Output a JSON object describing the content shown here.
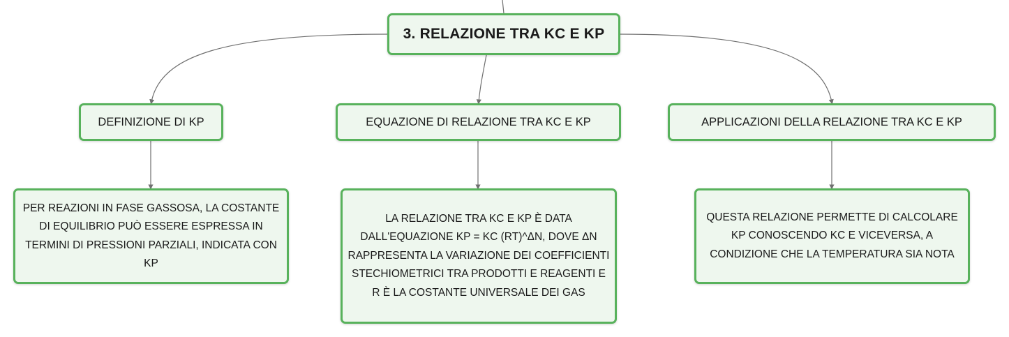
{
  "root": {
    "label": "3. RELAZIONE TRA KC E KP"
  },
  "branches": [
    {
      "label": "DEFINIZIONE DI KP",
      "detail": "PER REAZIONI IN FASE GASSOSA, LA COSTANTE DI EQUILIBRIO PUÒ ESSERE ESPRESSA IN TERMINI DI PRESSIONI PARZIALI, INDICATA CON KP"
    },
    {
      "label": "EQUAZIONE DI RELAZIONE TRA KC E KP",
      "detail": "LA RELAZIONE TRA KC E KP È DATA DALL'EQUAZIONE KP = KC (RT)^ΔN, DOVE ΔN RAPPRESENTA LA VARIAZIONE DEI COEFFICIENTI STECHIOMETRICI TRA PRODOTTI E REAGENTI E R È LA COSTANTE UNIVERSALE DEI GAS"
    },
    {
      "label": "APPLICAZIONI DELLA RELAZIONE TRA KC E KP",
      "detail": "QUESTA RELAZIONE PERMETTE DI CALCOLARE KP CONOSCENDO KC E VICEVERSA, A CONDIZIONE CHE LA TEMPERATURA SIA NOTA"
    }
  ],
  "colors": {
    "node_border": "#58b25c",
    "node_fill": "#eef7ee",
    "connector": "#6f6f6f"
  }
}
